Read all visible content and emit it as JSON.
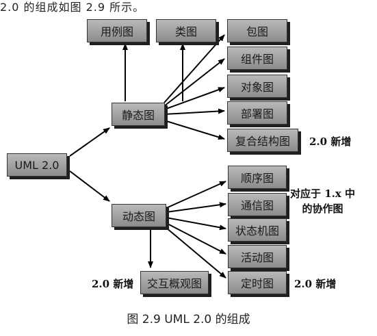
{
  "top_caption": "2.0 的组成如图 2.9 所示。",
  "nodes": {
    "root": "UML 2.0",
    "static": "静态图",
    "dynamic": "动态图",
    "usecase": "用例图",
    "class": "类图",
    "package": "包图",
    "component": "组件图",
    "object": "对象图",
    "deployment": "部署图",
    "composite": "复合结构图",
    "sequence": "顺序图",
    "communication": "通信图",
    "statemachine": "状态机图",
    "activity": "活动图",
    "timing": "定时图",
    "interaction_overview": "交互概观图"
  },
  "notes": {
    "composite_new": "2.0 新增",
    "communication_line1": "对应于 1.x 中",
    "communication_line2": "的协作图",
    "timing_new": "2.0 新增",
    "overview_new": "2.0 新增"
  },
  "figure_caption": "图 2.9   UML 2.0 的组成"
}
